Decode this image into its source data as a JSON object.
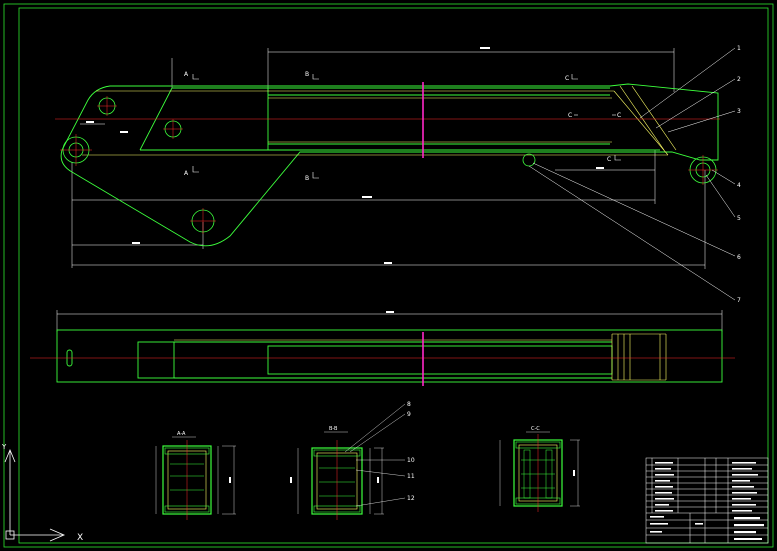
{
  "drawing": {
    "colors": {
      "frame": "#2ee82e",
      "outline": "#3cff3c",
      "dimension": "#ffffff",
      "centerline": "#ff2a2a",
      "cut_line": "#ff28c8",
      "leader": "#ffffff",
      "inner_plate": "#ffff66",
      "background": "#000000"
    },
    "section_marks": {
      "a": "A",
      "b": "B",
      "c": "C"
    },
    "section_titles": {
      "a": "A-A",
      "b": "B-B",
      "c": "C-C"
    },
    "balloons": [
      "1",
      "2",
      "3",
      "4",
      "5",
      "6",
      "7"
    ],
    "section_balloons": [
      "8",
      "9",
      "10",
      "11",
      "12"
    ],
    "ucs": {
      "x_label": "X",
      "y_label": "Y"
    }
  }
}
